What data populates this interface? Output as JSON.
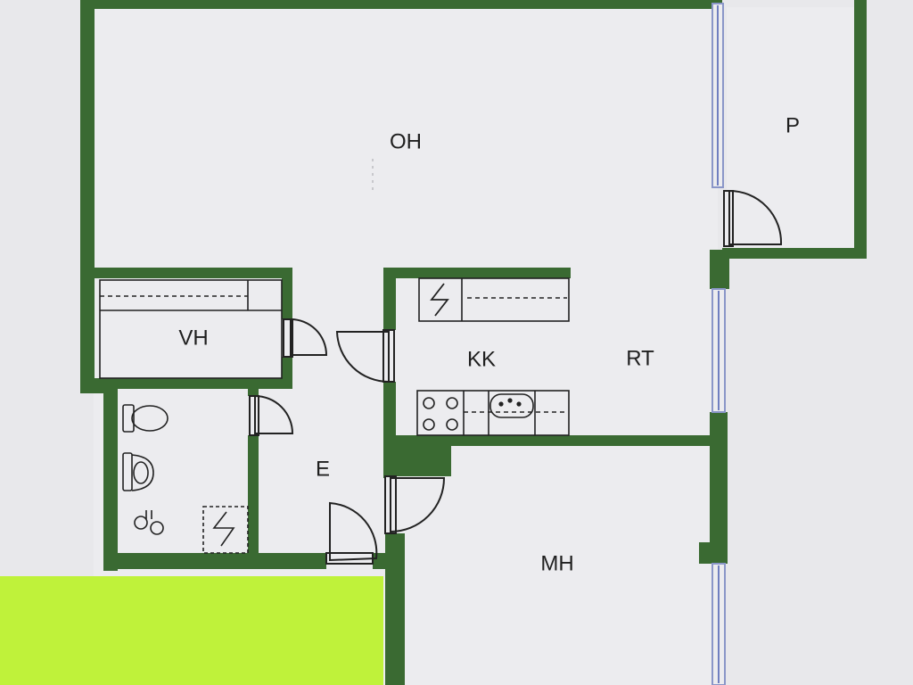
{
  "rooms": {
    "oh": "OH",
    "p": "P",
    "vh": "VH",
    "kk": "KK",
    "rt": "RT",
    "e": "E",
    "mh": "MH"
  },
  "colors": {
    "wall": "#3a6a32",
    "paper": "#ececef",
    "line": "#222222",
    "window": "#9aa6d8",
    "sticky_note": "#bff23a"
  },
  "icons": {
    "toilet": "toilet-icon",
    "sink": "washbasin-icon",
    "shower": "shower-icon",
    "electric_panel": "electric-panel-icon",
    "stove": "stove-icon",
    "kitchen_sink": "kitchen-sink-icon"
  }
}
